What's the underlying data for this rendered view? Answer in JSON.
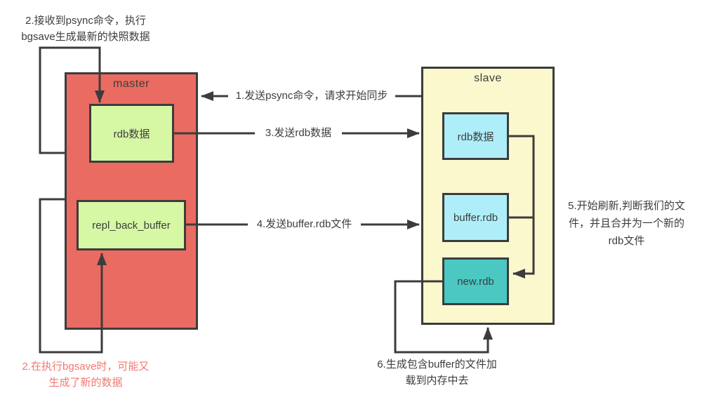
{
  "master": {
    "title": "master",
    "rdb_label": "rdb数据",
    "repl_label": "repl_back_buffer"
  },
  "slave": {
    "title": "slave",
    "rdb_label": "rdb数据",
    "buffer_label": "buffer.rdb",
    "new_label": "new.rdb"
  },
  "arrows": {
    "step1": "1.发送psync命令，请求开始同步",
    "step3": "3.发送rdb数据",
    "step4": "4.发送buffer.rdb文件"
  },
  "notes": {
    "step2_top": "2.接收到psync命令，执行\nbgsave生成最新的快照数据",
    "step2_red": "2.在执行bgsave时，可能又\n生成了新的数据",
    "step5": "5.开始刷新,判断我们的文\n件，并且合并为一个新的\nrdb文件",
    "step6": "6.生成包含buffer的文件加\n载到内存中去"
  },
  "colors": {
    "canvas": "#ffffff",
    "master_fill": "#ea6b61",
    "slave_fill": "#fbf8cd",
    "node_green": "#d6f7a4",
    "node_cyan": "#aeeef8",
    "node_teal": "#4cc8c3",
    "line": "#3c3c3c",
    "text": "#3d3d3d",
    "red_text": "#f17872"
  }
}
